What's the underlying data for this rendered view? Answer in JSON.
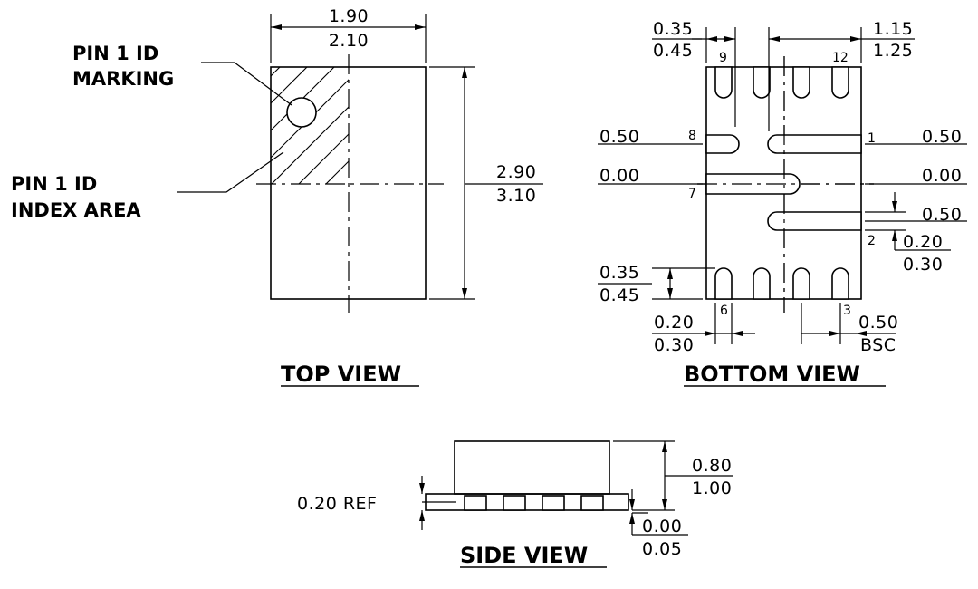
{
  "top_view": {
    "title": "TOP VIEW",
    "width_min": "1.90",
    "width_max": "2.10",
    "length_min": "2.90",
    "length_max": "3.10",
    "pin1_marking_line1": "PIN 1 ID",
    "pin1_marking_line2": "MARKING",
    "pin1_area_line1": "PIN 1 ID",
    "pin1_area_line2": "INDEX AREA"
  },
  "bottom_view": {
    "title": "BOTTOM VIEW",
    "pad_edge_min": "0.35",
    "pad_edge_max": "0.45",
    "span_min": "1.15",
    "span_max": "1.25",
    "lead_len_left": "0.50",
    "lead_len_right": "0.50",
    "center_left": "0.00",
    "center_right": "0.00",
    "lead2_len": "0.50",
    "lead_w_min": "0.20",
    "lead_w_max": "0.30",
    "pad_len_min": "0.35",
    "pad_len_max": "0.45",
    "pad_w_min": "0.20",
    "pad_w_max": "0.30",
    "pitch": "0.50",
    "pitch_note": "BSC",
    "pin_labels": {
      "p1": "1",
      "p2": "2",
      "p3": "3",
      "p6": "6",
      "p7": "7",
      "p8": "8",
      "p9": "9",
      "p12": "12"
    }
  },
  "side_view": {
    "title": "SIDE VIEW",
    "ref_label": "0.20 REF",
    "height_min": "0.80",
    "height_max": "1.00",
    "standoff_min": "0.00",
    "standoff_max": "0.05"
  }
}
